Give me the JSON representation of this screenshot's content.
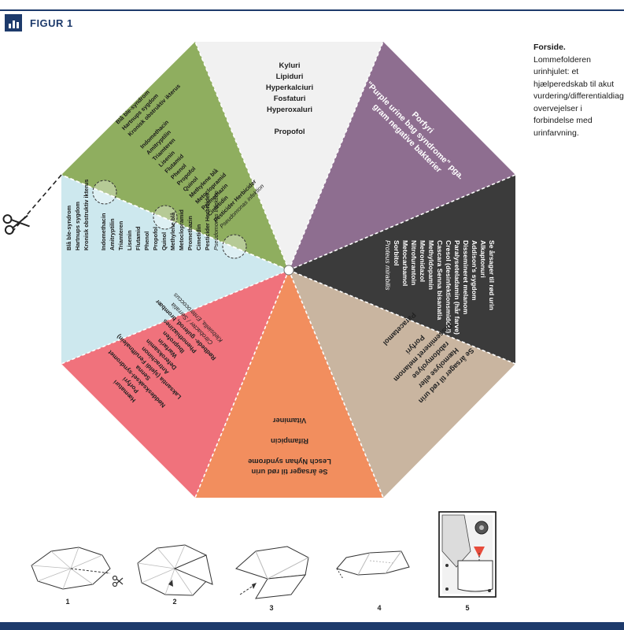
{
  "figure": {
    "label": "FIGUR 1"
  },
  "caption": {
    "lead": "Forside.",
    "text": " Lommefolderen urinhjulet: et hjælperedskab til akut vurdering/differentialdiagnostiske overvejelser i forbindelse med urinfarvning."
  },
  "colors": {
    "brand": "#1d3a6b",
    "white_segment": "#f1f1f1",
    "purple_segment": "#8e6e90",
    "dark_segment": "#3b3b3b",
    "tan_segment": "#c9b5a0",
    "orange_segment": "#f28e5e",
    "red_segment": "#f0727c",
    "blue_segment": "#cde8ee",
    "green_segment": "#8fae5f"
  },
  "icons": {
    "header": "bar-chart-icon",
    "scissors": "scissors-icon",
    "fold": "fold-arrow-icon"
  },
  "wheel": {
    "white": [
      "Kyluri",
      "Lipiduri",
      "Hyperkalciuri",
      "Fosfaturi",
      "Hyperoxaluri",
      "",
      "Propofol"
    ],
    "purple": [
      "Porfyri",
      "\"Purple urine bag syndrome\" pga.",
      "gram negative bakterier"
    ],
    "dark": [
      "Se årsager til rød urin",
      "Alkaptonuri",
      "Addison's sygdom",
      "Dissemineret melanom",
      "Paralyseteladamin (hår farve)",
      "Cresol (desinfektionsmiddel)",
      "Cascara Senna bisanatia",
      "Methyldopamin",
      "Metronidazol",
      "Nitrofurantoin",
      "Metocarbamol",
      "Sorbitol"
    ],
    "dark_italic": "Proteus mirabilis",
    "tan": [
      "Se årsager til rød urin",
      "Hæmolyse eller",
      "rabdomyolyse",
      "Dissemineret melanom",
      "Porfyri",
      "",
      "Paracetamol"
    ],
    "orange": [
      "Se årsager til rød urin",
      "Lesch Nyhan syndrome",
      "",
      "Rifampicin",
      "",
      "Vitaminer"
    ],
    "red": [
      "Hæmaturi",
      "Porfyri",
      "Nøddesksaksel-syndromet",
      "Senna",
      "Laksantia (sjeldi Ferulftnalein)",
      "Antrachinon",
      "Deferoksamin",
      "Warfarin",
      "Ibuprofen",
      "Phenothiazines",
      "Rødbede- gulerod, brombær"
    ],
    "red_italic": [
      "Citrobacter / Serratia",
      "Klebsiella, Enterococcus"
    ],
    "green": [
      "Blå ble-syndrom",
      "Hartnups sygdom",
      "Kronisk obstruktiv ikterus",
      "",
      "Indomethacin",
      "Amitryptilin",
      "Triamteren",
      "Lisenin",
      "Flutamid",
      "Phenol",
      "Propofol",
      "Quinol",
      "Methylene blå",
      "Metoclopramid",
      "Promethazin",
      "Cimetidin",
      "Pesticider Herbicider"
    ],
    "green_italic": "Pseudomonas infektion",
    "blue": [
      "Blå ble-syndrom",
      "Hartnups sygdom",
      "Kronisk obstruktiv ikterus",
      "",
      "Indomethacin",
      "Amitryptilin",
      "Triamteren",
      "Lisenin",
      "Flutamid",
      "Phenol",
      "Propofol",
      "Quinol",
      "Methylene blå",
      "Metoclopramid",
      "Promethazin",
      "Cimetidin",
      "Pesticider Herbicider"
    ],
    "blue_italic": "Pseudomonas infektion"
  },
  "steps": [
    "1",
    "2",
    "3",
    "4",
    "5"
  ]
}
